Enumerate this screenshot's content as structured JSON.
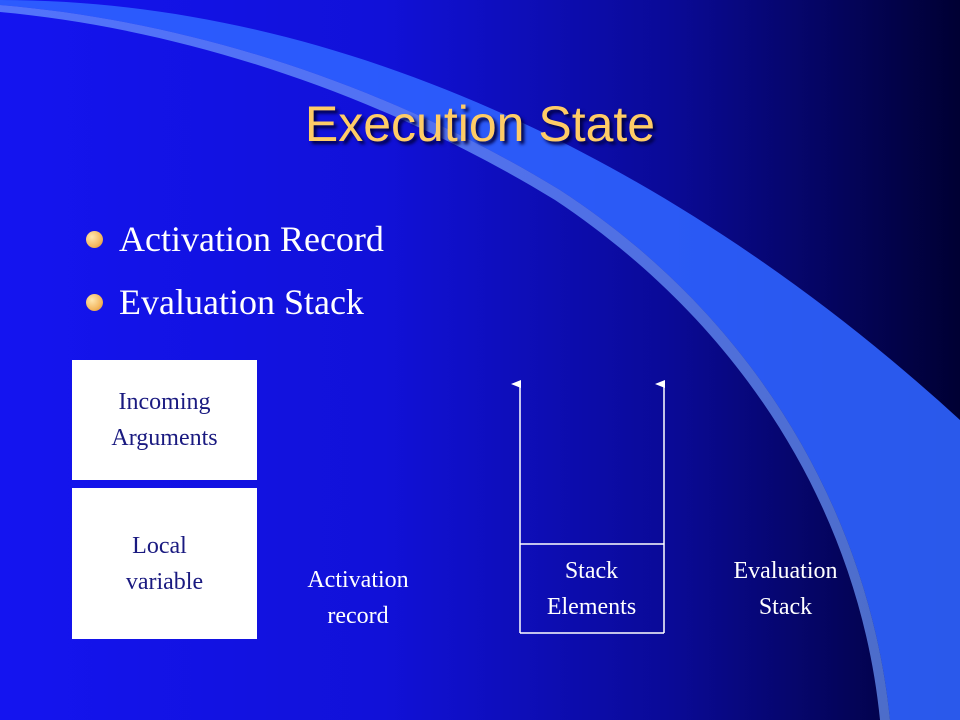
{
  "slide": {
    "title": "Execution State",
    "bullets": [
      {
        "text": "Activation Record"
      },
      {
        "text": "Evaluation Stack"
      }
    ],
    "activation_record": {
      "incoming_arguments": [
        "Incoming",
        "Arguments"
      ],
      "local_variable": [
        "Local",
        "variable"
      ],
      "label": [
        "Activation",
        "record"
      ]
    },
    "evaluation_stack": {
      "stack_elements": [
        "Stack",
        "Elements"
      ],
      "label": [
        "Evaluation",
        "Stack"
      ]
    },
    "colors": {
      "title": "#ffcc66",
      "background": "#1414f0",
      "swoosh": "#3366ff",
      "bullet": "#f4b860",
      "box_text": "#1a1a80"
    }
  }
}
